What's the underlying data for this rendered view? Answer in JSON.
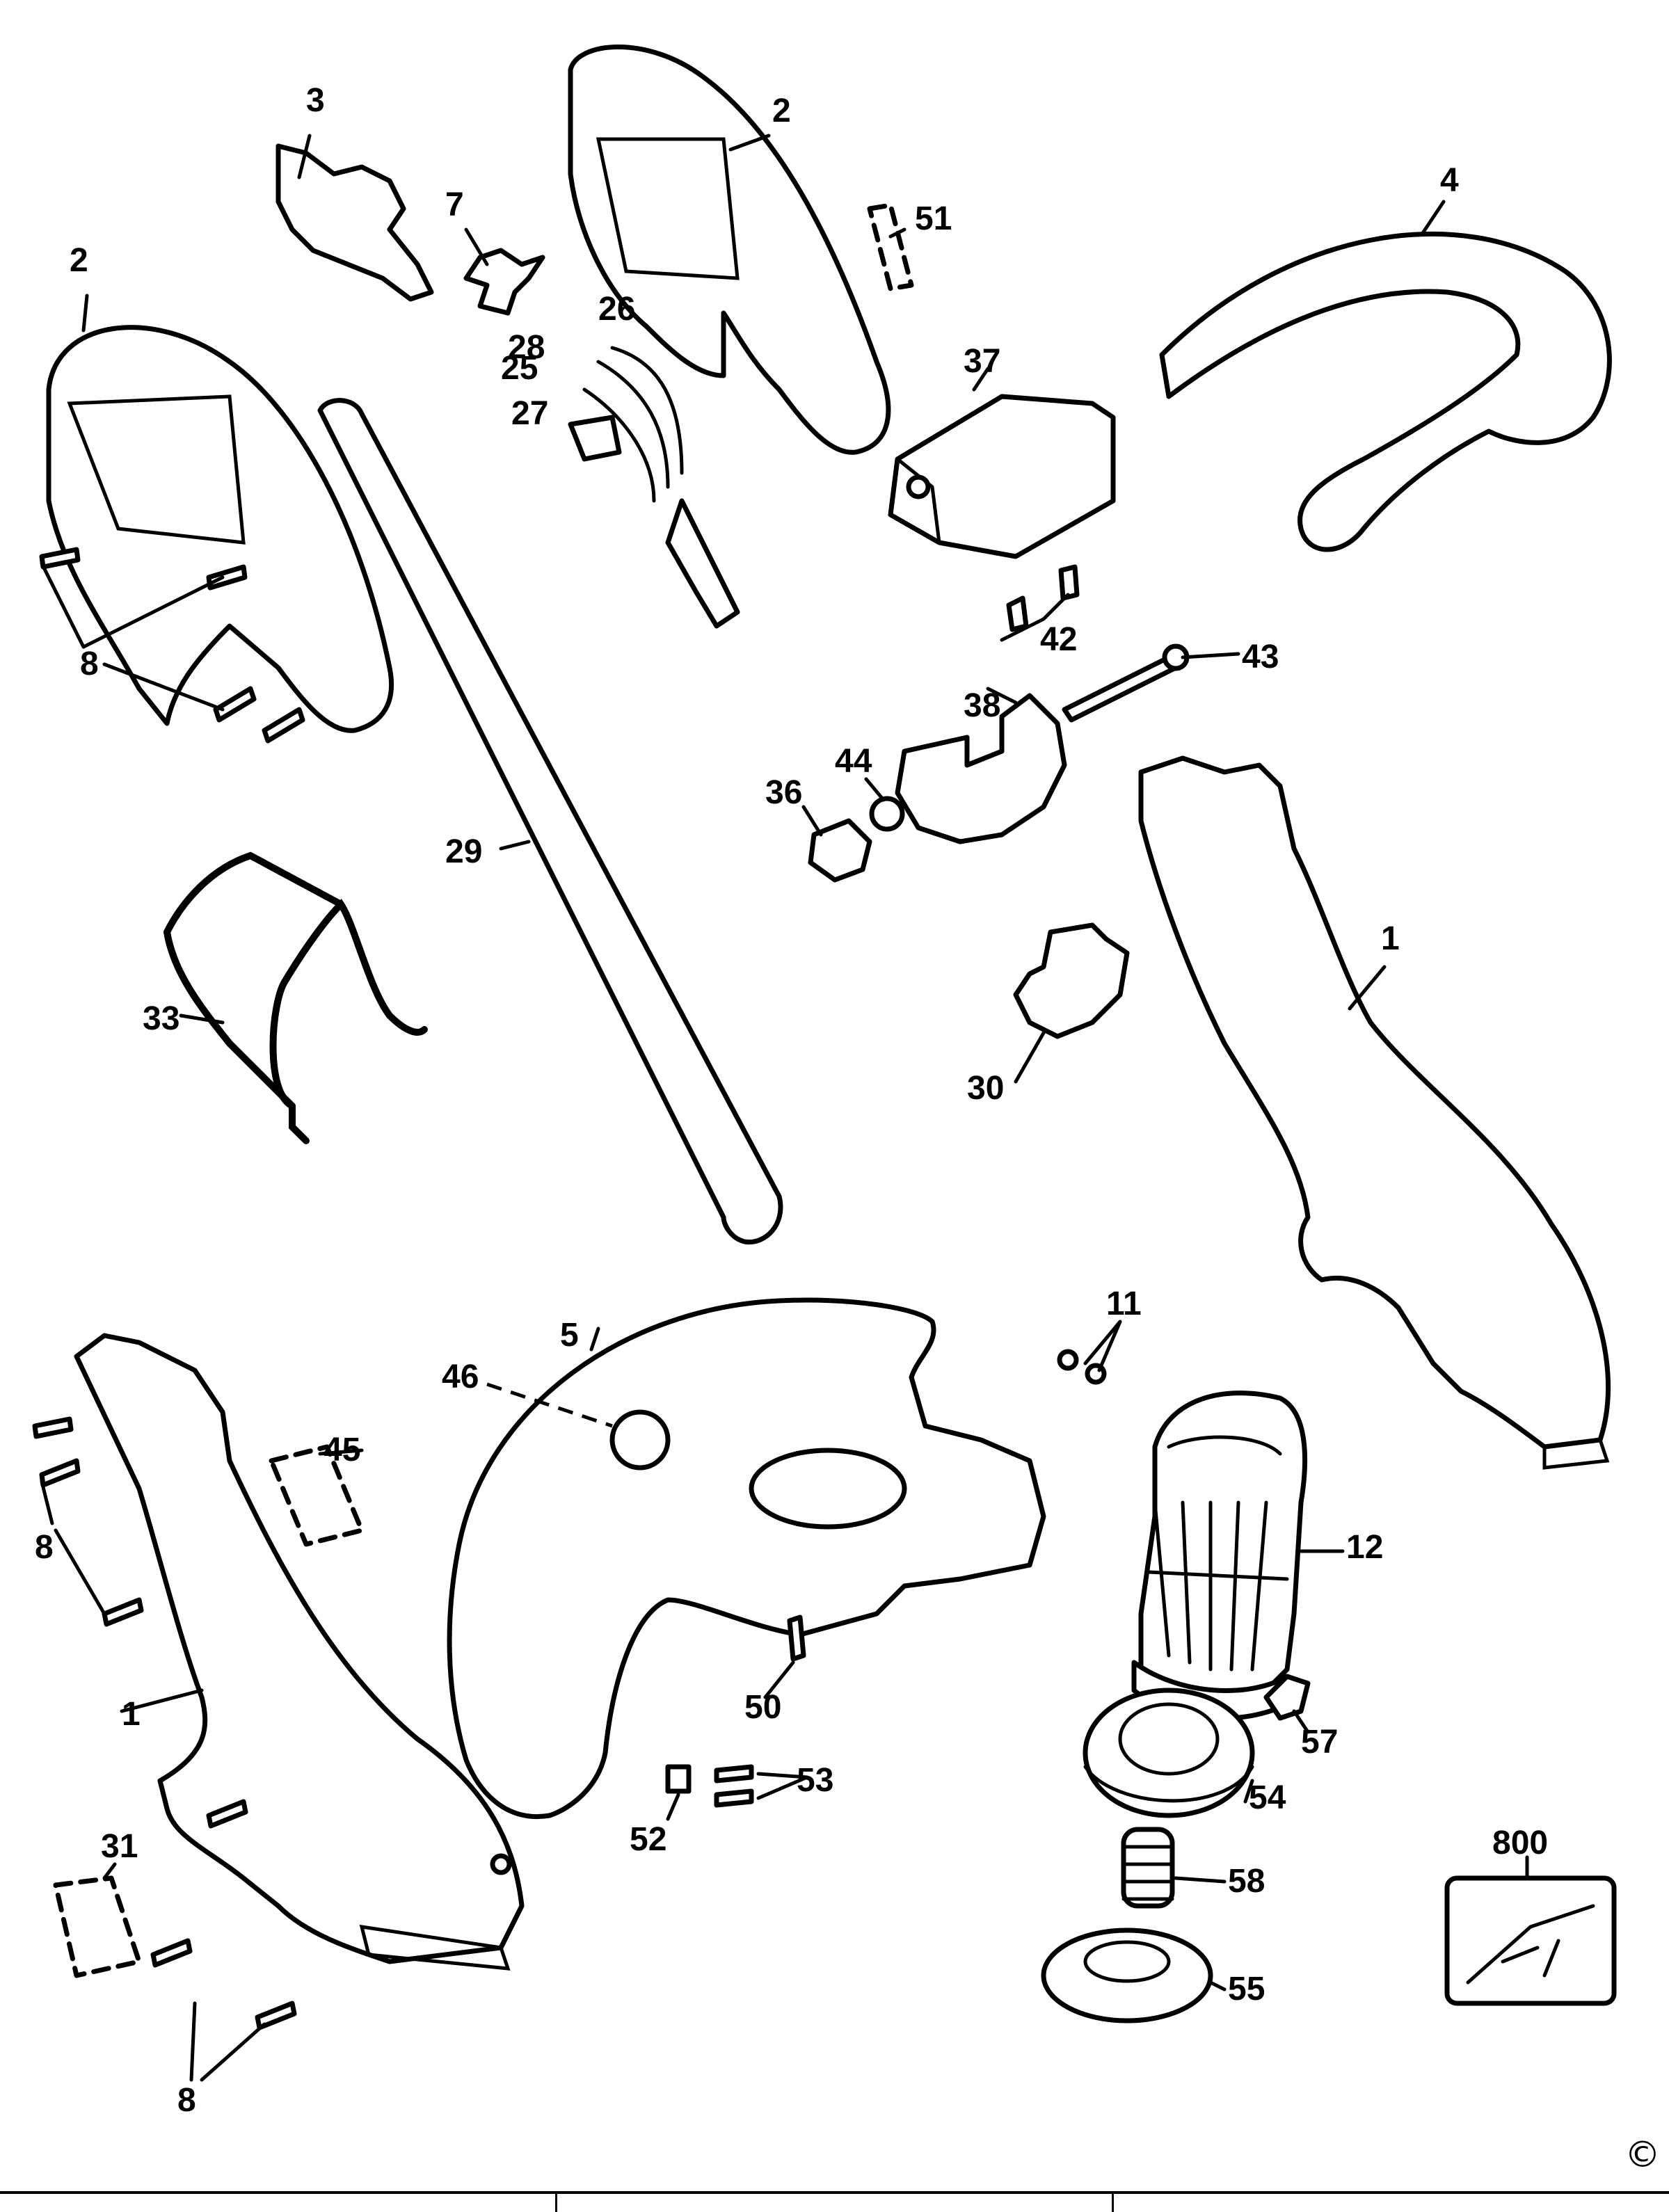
{
  "diagram": {
    "type": "exploded-parts-view",
    "part_labels": {
      "p1a": "1",
      "p1b": "1",
      "p2a": "2",
      "p2b": "2",
      "p3": "3",
      "p4": "4",
      "p5": "5",
      "p7": "7",
      "p8a": "8",
      "p8b": "8",
      "p8c": "8",
      "p11": "11",
      "p12": "12",
      "p25": "25",
      "p26": "26",
      "p27": "27",
      "p28": "28",
      "p29": "29",
      "p30": "30",
      "p31": "31",
      "p33": "33",
      "p36": "36",
      "p37": "37",
      "p38": "38",
      "p42": "42",
      "p43": "43",
      "p44": "44",
      "p45": "45",
      "p46": "46",
      "p50": "50",
      "p51": "51",
      "p52": "52",
      "p53": "53",
      "p54": "54",
      "p55": "55",
      "p57": "57",
      "p58": "58",
      "p800": "800"
    },
    "copyright_symbol": "©"
  },
  "footer": {
    "cells": [
      "",
      "",
      ""
    ]
  }
}
